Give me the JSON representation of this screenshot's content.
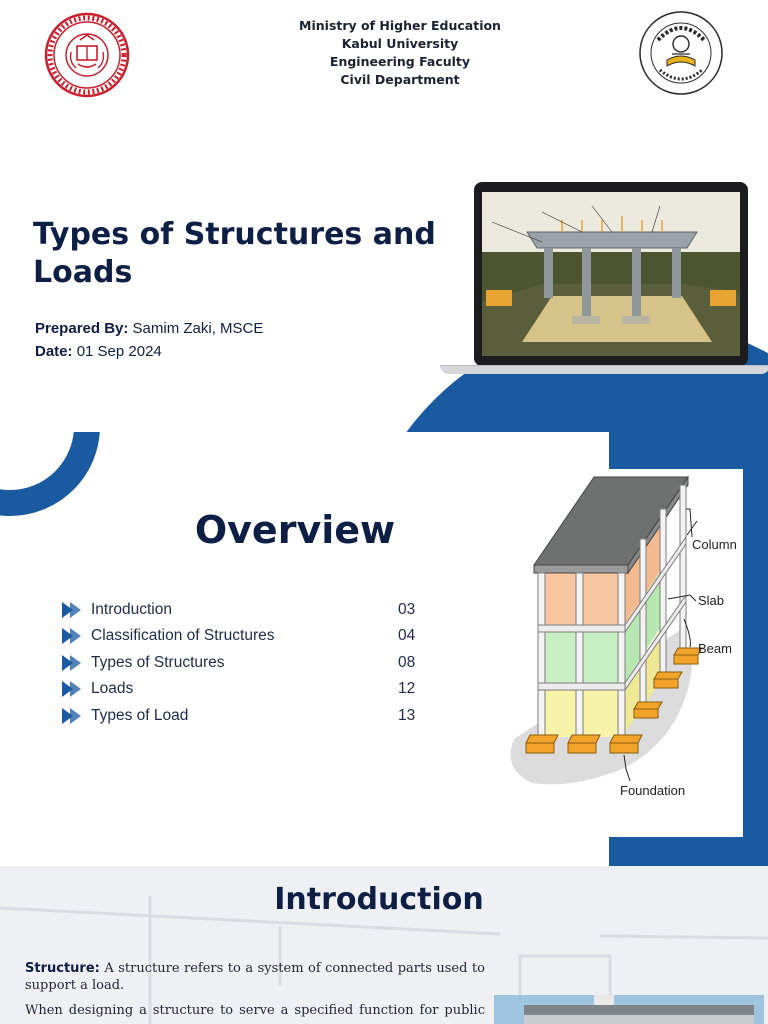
{
  "header": {
    "lines": [
      "Ministry of Higher Education",
      "Kabul University",
      "Engineering Faculty",
      "Civil Department"
    ]
  },
  "title_page": {
    "title": "Types of Structures and Loads",
    "prepared_by_label": "Prepared By:",
    "prepared_by_value": "Samim Zaki, MSCE",
    "date_label": "Date:",
    "date_value": "01 Sep 2024"
  },
  "overview": {
    "title": "Overview",
    "items": [
      {
        "label": "Introduction",
        "page": "03"
      },
      {
        "label": "Classification of Structures",
        "page": "04"
      },
      {
        "label": "Types of Structures",
        "page": "08"
      },
      {
        "label": "Loads",
        "page": "12"
      },
      {
        "label": "Types of Load",
        "page": "13"
      }
    ],
    "diagram_labels": {
      "column": "Column",
      "slab": "Slab",
      "beam": "Beam",
      "foundation": "Foundation"
    }
  },
  "introduction": {
    "title": "Introduction",
    "structure_term": "Structure:",
    "structure_def": "A structure refers to a system of connected parts used to support a load.",
    "p2": "When designing a structure to serve a specified function for public use,"
  },
  "colors": {
    "primary_blue": "#1a5aa0",
    "navy_text": "#0e1f45",
    "logo_red": "#c8202f"
  },
  "icons": {
    "toc_bullet": "double-play-arrow-icon"
  }
}
